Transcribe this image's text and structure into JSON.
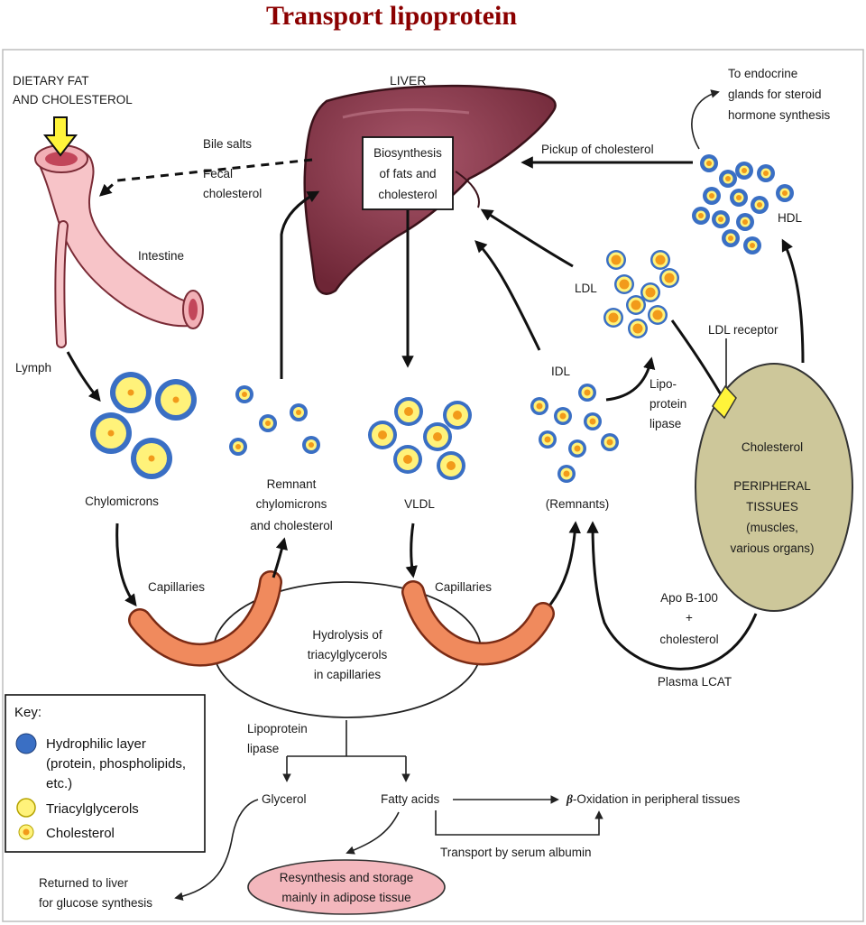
{
  "title": "Transport lipoprotein",
  "labels": {
    "dietary_fat": [
      "DIETARY FAT",
      "AND CHOLESTEROL"
    ],
    "liver": "LIVER",
    "biosynthesis": [
      "Biosynthesis",
      "of fats and",
      "cholesterol"
    ],
    "bile_salts": "Bile salts",
    "fecal_cholesterol": [
      "Fecal",
      "cholesterol"
    ],
    "intestine": "Intestine",
    "lymph": "Lymph",
    "chylomicrons": "Chylomicrons",
    "remnant_chylomicrons": [
      "Remnant",
      "chylomicrons",
      "and cholesterol"
    ],
    "vldl": "VLDL",
    "idl": "IDL",
    "remnants": "(Remnants)",
    "ldl": "LDL",
    "hdl": "HDL",
    "pickup_cholesterol": "Pickup of cholesterol",
    "endocrine": [
      "To endocrine",
      "glands for steroid",
      "hormone synthesis"
    ],
    "ldl_receptor": "LDL receptor",
    "lipoprotein_lipase_right": [
      "Lipo-",
      "protein",
      "lipase"
    ],
    "peripheral_tissue": [
      "Cholesterol",
      "",
      "PERIPHERAL",
      "TISSUES",
      "(muscles,",
      "various organs)"
    ],
    "capillaries_left": "Capillaries",
    "capillaries_right": "Capillaries",
    "hydrolysis": [
      "Hydrolysis of",
      "triacylglycerols",
      "in capillaries"
    ],
    "apo_b": [
      "Apo B-100",
      "+",
      "cholesterol"
    ],
    "plasma_lcat": "Plasma LCAT",
    "lipoprotein_lipase_bottom": [
      "Lipoprotein",
      "lipase"
    ],
    "glycerol": "Glycerol",
    "fatty_acids": "Fatty acids",
    "beta_symbol": "β",
    "beta_oxidation": "-Oxidation in peripheral tissues",
    "transport_albumin": "Transport by serum albumin",
    "resynthesis": [
      "Resynthesis and storage",
      "mainly in adipose tissue"
    ],
    "returned_liver": [
      "Returned to liver",
      "for glucose synthesis"
    ]
  },
  "key": {
    "heading": "Key:",
    "items": [
      {
        "lines": [
          "Hydrophilic layer",
          "(protein, phospholipids,",
          "etc.)"
        ],
        "icon": "hydrophilic-layer-icon"
      },
      {
        "lines": [
          "Triacylglycerols"
        ],
        "icon": "triacylglycerol-icon"
      },
      {
        "lines": [
          "Cholesterol"
        ],
        "icon": "cholesterol-icon"
      }
    ]
  },
  "colors": {
    "title": "#8b0000",
    "liver": "#8a3a4a",
    "intestine": "#f7c4c8",
    "hydrophilic": "#3a6fc4",
    "triacylglycerol": "#fff27a",
    "cholesterol": "#f29a1a",
    "capillary": "#f08a5d",
    "peripheral_tissue": "#cdc79a",
    "resynthesis": "#f3b7bd",
    "dietary_arrow": "#fff43a"
  }
}
